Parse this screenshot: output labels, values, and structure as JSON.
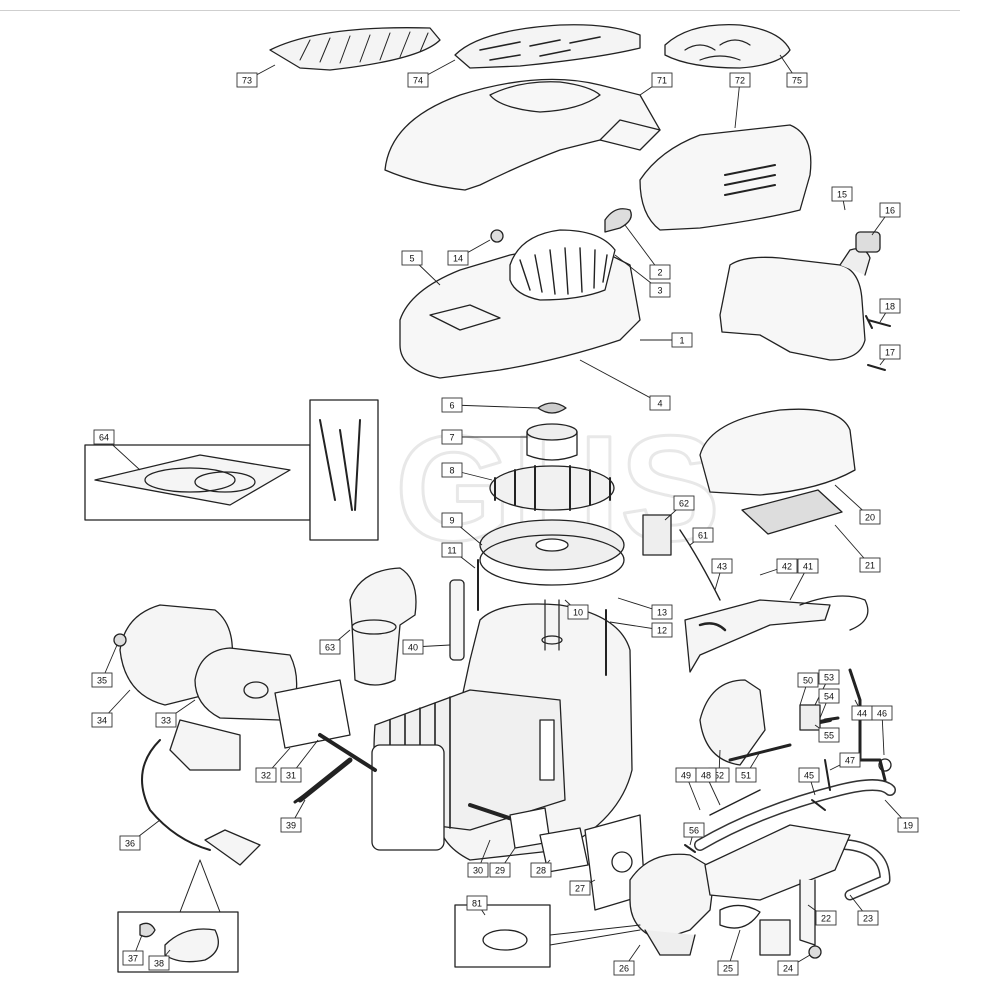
{
  "diagram": {
    "watermark": "GHS",
    "callouts": [
      {
        "id": "c73",
        "text": "73"
      },
      {
        "id": "c74",
        "text": "74"
      },
      {
        "id": "c71",
        "text": "71"
      },
      {
        "id": "c72",
        "text": "72"
      },
      {
        "id": "c75",
        "text": "75"
      },
      {
        "id": "c15",
        "text": "15"
      },
      {
        "id": "c16",
        "text": "16"
      },
      {
        "id": "c14",
        "text": "14"
      },
      {
        "id": "c5",
        "text": "5"
      },
      {
        "id": "c2",
        "text": "2"
      },
      {
        "id": "c3",
        "text": "3"
      },
      {
        "id": "c1",
        "text": "1"
      },
      {
        "id": "c18",
        "text": "18"
      },
      {
        "id": "c17",
        "text": "17"
      },
      {
        "id": "c6",
        "text": "6"
      },
      {
        "id": "c4",
        "text": "4"
      },
      {
        "id": "c7",
        "text": "7"
      },
      {
        "id": "c8",
        "text": "8"
      },
      {
        "id": "c64",
        "text": "64"
      },
      {
        "id": "c9",
        "text": "9"
      },
      {
        "id": "c20",
        "text": "20"
      },
      {
        "id": "c62",
        "text": "62"
      },
      {
        "id": "c61",
        "text": "61"
      },
      {
        "id": "c21",
        "text": "21"
      },
      {
        "id": "c11",
        "text": "11"
      },
      {
        "id": "c43",
        "text": "43"
      },
      {
        "id": "c42",
        "text": "42"
      },
      {
        "id": "c41",
        "text": "41"
      },
      {
        "id": "c10",
        "text": "10"
      },
      {
        "id": "c13",
        "text": "13"
      },
      {
        "id": "c12",
        "text": "12"
      },
      {
        "id": "c63",
        "text": "63"
      },
      {
        "id": "c40",
        "text": "40"
      },
      {
        "id": "c35",
        "text": "35"
      },
      {
        "id": "c50",
        "text": "50"
      },
      {
        "id": "c53",
        "text": "53"
      },
      {
        "id": "c54",
        "text": "54"
      },
      {
        "id": "c34",
        "text": "34"
      },
      {
        "id": "c33",
        "text": "33"
      },
      {
        "id": "c44",
        "text": "44"
      },
      {
        "id": "c46",
        "text": "46"
      },
      {
        "id": "c55",
        "text": "55"
      },
      {
        "id": "c52",
        "text": "52"
      },
      {
        "id": "c51",
        "text": "51"
      },
      {
        "id": "c47",
        "text": "47"
      },
      {
        "id": "c32",
        "text": "32"
      },
      {
        "id": "c31",
        "text": "31"
      },
      {
        "id": "c49",
        "text": "49"
      },
      {
        "id": "c48",
        "text": "48"
      },
      {
        "id": "c45",
        "text": "45"
      },
      {
        "id": "c39",
        "text": "39"
      },
      {
        "id": "c19",
        "text": "19"
      },
      {
        "id": "c56",
        "text": "56"
      },
      {
        "id": "c36",
        "text": "36"
      },
      {
        "id": "c30",
        "text": "30"
      },
      {
        "id": "c29",
        "text": "29"
      },
      {
        "id": "c28",
        "text": "28"
      },
      {
        "id": "c27",
        "text": "27"
      },
      {
        "id": "c81",
        "text": "81"
      },
      {
        "id": "c22",
        "text": "22"
      },
      {
        "id": "c23",
        "text": "23"
      },
      {
        "id": "c37",
        "text": "37"
      },
      {
        "id": "c38",
        "text": "38"
      },
      {
        "id": "c26",
        "text": "26"
      },
      {
        "id": "c25",
        "text": "25"
      },
      {
        "id": "c24",
        "text": "24"
      }
    ]
  }
}
